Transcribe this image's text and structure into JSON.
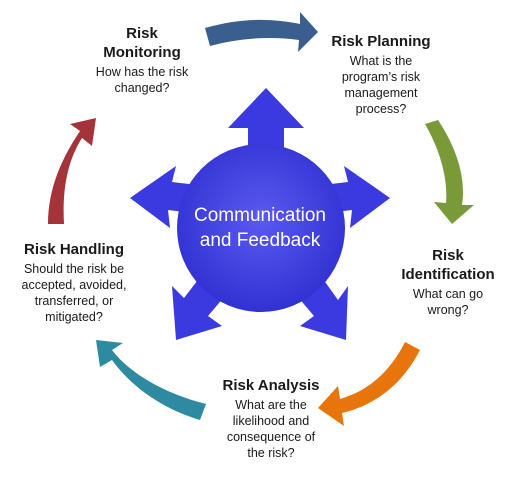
{
  "center": {
    "line1": "Communication",
    "line2": "and Feedback"
  },
  "steps": [
    {
      "title1": "Risk Planning",
      "title2": "",
      "question": [
        "What is the",
        "program’s risk",
        "management",
        "process?"
      ]
    },
    {
      "title1": "Risk",
      "title2": "Identification",
      "question": [
        "What can go",
        "wrong?"
      ]
    },
    {
      "title1": "Risk Analysis",
      "title2": "",
      "question": [
        "What are the",
        "likelihood and",
        "consequence of",
        "the risk?"
      ]
    },
    {
      "title1": "Risk Handling",
      "title2": "",
      "question": [
        "Should the risk be",
        "accepted, avoided,",
        "transferred, or",
        "mitigated?"
      ]
    },
    {
      "title1": "Risk",
      "title2": "Monitoring",
      "question": [
        "How has the risk",
        "changed?"
      ]
    }
  ],
  "colors": {
    "star": "#3a3ae0",
    "arrow_top": "#3a5f8f",
    "arrow_right": "#7a9a3a",
    "arrow_bottom": "#e8740c",
    "arrow_left_bottom": "#2e8aa0",
    "arrow_left": "#a5343a"
  }
}
